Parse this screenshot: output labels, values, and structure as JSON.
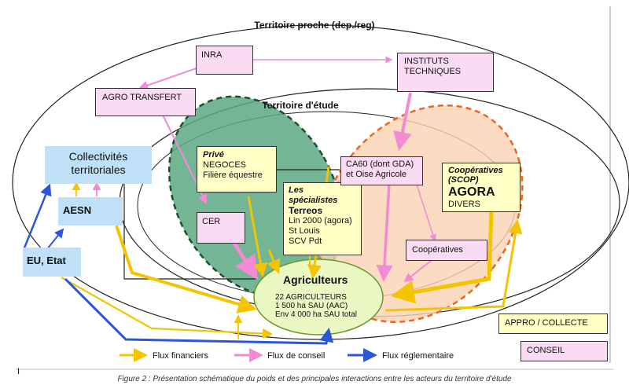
{
  "zones": {
    "territoire_proche": "Territoire proche (dep./reg)",
    "territoire_etude": "Territoire d'étude"
  },
  "actors": {
    "inra": "INRA",
    "instituts": [
      "INSTITUTS",
      "TECHNIQUES"
    ],
    "agro_transfert": "AGRO TRANSFERT",
    "collectivites": [
      "Collectivités",
      "territoriales"
    ],
    "aesn": "AESN",
    "eu_etat": "EU, Etat",
    "prive": {
      "title": "Privé",
      "lines": [
        "NEGOCES",
        "Filière équestre"
      ]
    },
    "cer": "CER",
    "specialistes": {
      "title": [
        "Les",
        "spécialistes"
      ],
      "name": "Terreos",
      "lines": [
        "Lin 2000 (agora)",
        "St Louis",
        "SCV Pdt"
      ]
    },
    "ca60": [
      "CA60  (dont  GDA)",
      "et Oise Agricole"
    ],
    "cooperatives_scop": {
      "title": [
        "Coopératives",
        "(SCOP)"
      ],
      "name": "AGORA",
      "sub": "DIVERS"
    },
    "cooperatives": "Coopératives",
    "agriculteurs": {
      "title": "Agriculteurs",
      "lines": [
        "22 AGRICULTEURS",
        "1 500 ha SAU (AAC)",
        "Env 4 000 ha SAU total"
      ]
    }
  },
  "legend": {
    "flux_financiers": "Flux financiers",
    "flux_conseil": "Flux de conseil",
    "flux_reglementaire": "Flux réglementaire",
    "appro_collecte": "APPRO / COLLECTE",
    "conseil": "CONSEIL"
  },
  "caption": "Figure 2 : Présentation schématique du poids et des principales interactions entre les acteurs du territoire d'étude",
  "colors": {
    "financier": "#f5c400",
    "conseil": "#f28bd3",
    "reglementaire": "#2c56d8",
    "prive_zone": "#5aa882",
    "coop_zone": "#fbd2b4",
    "agriculteurs": "#e9f7c2"
  }
}
